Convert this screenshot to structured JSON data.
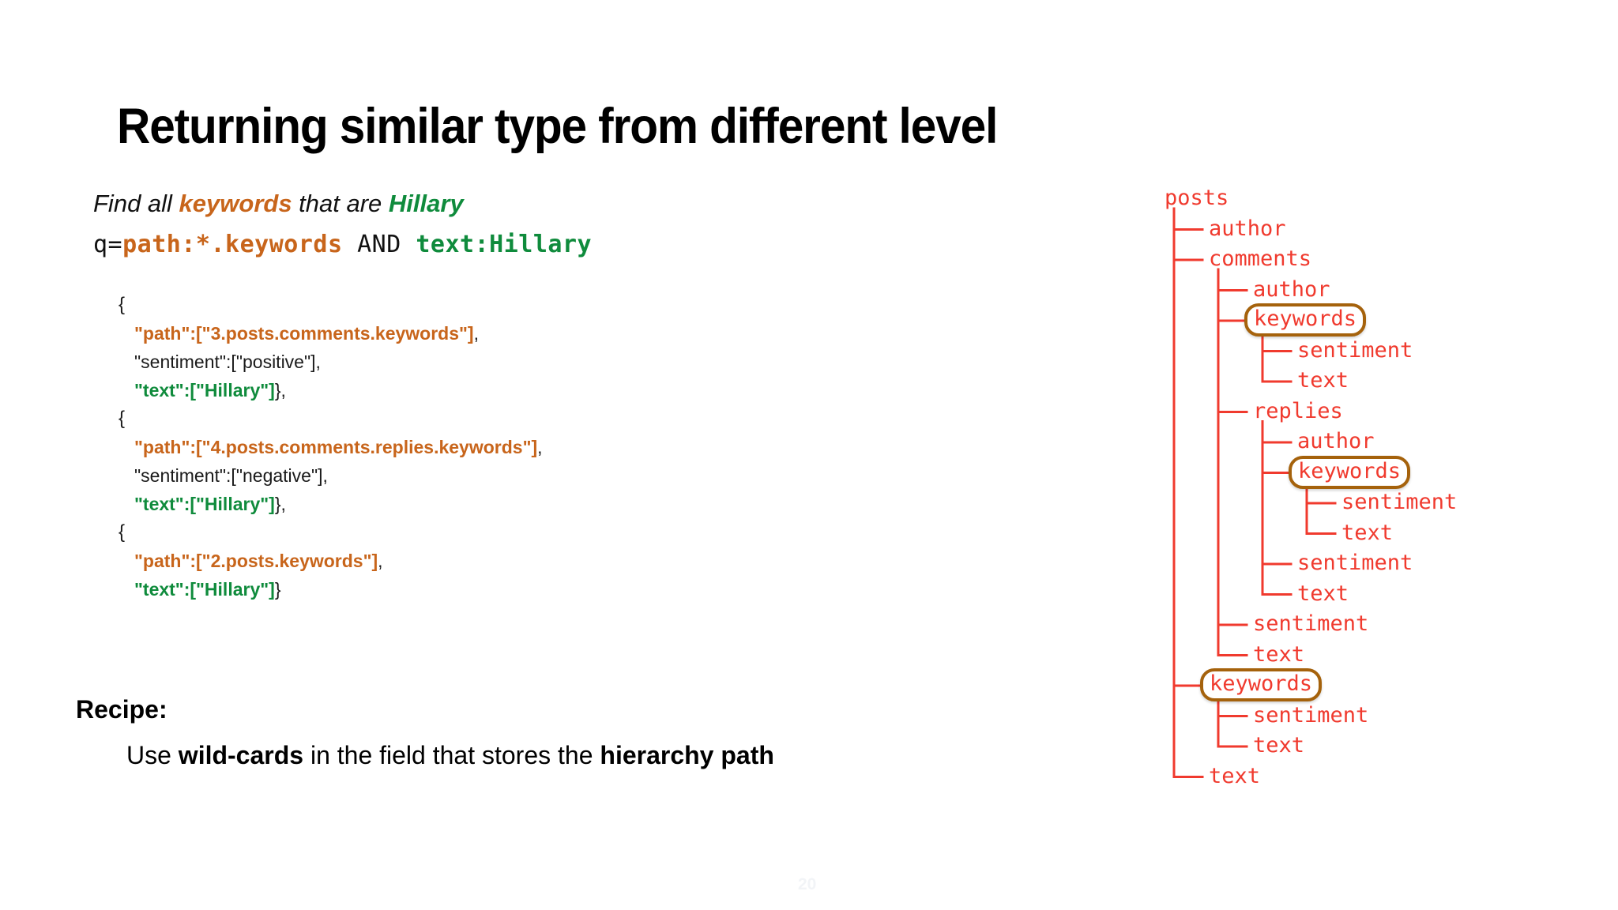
{
  "slide": {
    "title": "Returning similar type from different level",
    "page_number": "20"
  },
  "find_line": {
    "pre": "Find all ",
    "keyword": "keywords",
    "mid": " that are ",
    "value": "Hillary"
  },
  "query": {
    "prefix": "q=",
    "path_clause": "path:*.keywords",
    "operator": " AND ",
    "text_clause": "text:Hillary"
  },
  "results": [
    {
      "open": "{",
      "path_line": "\"path\":[\"3.posts.comments.keywords\"]",
      "path_tail": ",",
      "sentiment_line": "\"sentiment\":[\"positive\"],",
      "text_line": "\"text\":[\"Hillary\"]",
      "text_tail": "},"
    },
    {
      "open": "{",
      "path_line": "\"path\":[\"4.posts.comments.replies.keywords\"]",
      "path_tail": ",",
      "sentiment_line": "\"sentiment\":[\"negative\"],",
      "text_line": "\"text\":[\"Hillary\"]",
      "text_tail": "},"
    },
    {
      "open": "{",
      "path_line": "\"path\":[\"2.posts.keywords\"]",
      "path_tail": ",",
      "sentiment_line": "",
      "text_line": "\"text\":[\"Hillary\"]",
      "text_tail": "}"
    }
  ],
  "recipe": {
    "label": "Recipe:",
    "pre": "Use ",
    "bold1": "wild-cards",
    "mid": " in the field that stores the ",
    "bold2": "hierarchy path"
  },
  "tree": {
    "root": "posts",
    "nodes": [
      {
        "label": "posts",
        "level": 0,
        "highlight": false
      },
      {
        "label": "author",
        "level": 1,
        "highlight": false
      },
      {
        "label": "comments",
        "level": 1,
        "highlight": false
      },
      {
        "label": "author",
        "level": 2,
        "highlight": false
      },
      {
        "label": "keywords",
        "level": 2,
        "highlight": true
      },
      {
        "label": "sentiment",
        "level": 3,
        "highlight": false
      },
      {
        "label": "text",
        "level": 3,
        "highlight": false
      },
      {
        "label": "replies",
        "level": 2,
        "highlight": false
      },
      {
        "label": "author",
        "level": 3,
        "highlight": false
      },
      {
        "label": "keywords",
        "level": 3,
        "highlight": true
      },
      {
        "label": "sentiment",
        "level": 4,
        "highlight": false
      },
      {
        "label": "text",
        "level": 4,
        "highlight": false
      },
      {
        "label": "sentiment",
        "level": 3,
        "highlight": false
      },
      {
        "label": "text",
        "level": 3,
        "highlight": false
      },
      {
        "label": "sentiment",
        "level": 2,
        "highlight": false
      },
      {
        "label": "text",
        "level": 2,
        "highlight": false
      },
      {
        "label": "keywords",
        "level": 1,
        "highlight": true
      },
      {
        "label": "sentiment",
        "level": 2,
        "highlight": false
      },
      {
        "label": "text",
        "level": 2,
        "highlight": false
      },
      {
        "label": "text",
        "level": 1,
        "highlight": false
      }
    ],
    "colors": {
      "line": "#F03A2E",
      "text": "#F03A2E",
      "highlight_border": "#A5620C"
    }
  }
}
